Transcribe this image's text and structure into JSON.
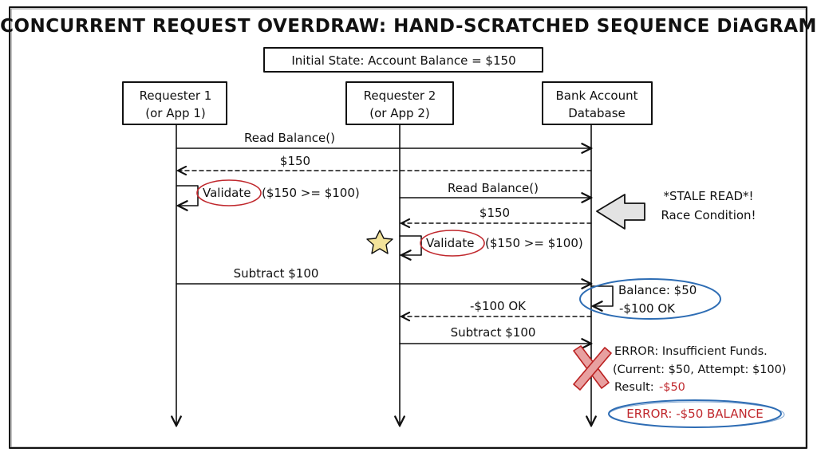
{
  "title": "CONCURRENT REQUEST OVERDRAW: HAND-SCRATCHED SEQUENCE DiAGRAM",
  "initial_state": "Initial State: Account Balance = $150",
  "participants": [
    {
      "line1": "Requester 1",
      "line2": "(or App 1)"
    },
    {
      "line1": "Requester 2",
      "line2": "(or App 2)"
    },
    {
      "line1": "Bank Account",
      "line2": "Database"
    }
  ],
  "messages": {
    "read1": "Read Balance()",
    "ret1": "$150",
    "validate1_word": "Validate",
    "validate1_expr": "($150 >= $100)",
    "read2": "Read Balance()",
    "ret2": "$150",
    "validate2_word": "Validate",
    "validate2_expr": "($150 >= $100)",
    "subtract1": "Subtract $100",
    "ok_return": "-$100 OK",
    "subtract2": "Subtract $100"
  },
  "annotations": {
    "stale_line1": "*STALE READ*!",
    "stale_line2": "Race Condition!",
    "balance_line1": "Balance: $50",
    "balance_line2": "-$100 OK",
    "error_line1": "ERROR: Insufficient Funds.",
    "error_line2": "(Current: $50, Attempt: $100)",
    "result_label": "Result:",
    "result_value": "-$50",
    "final_error": "ERROR: -$50 BALANCE"
  },
  "colors": {
    "ink": "#111111",
    "red": "#c0282d",
    "blue": "#2e6db4",
    "star": "#f3e39a"
  },
  "icons": [
    "star-icon",
    "x-mark-icon",
    "left-arrow-icon"
  ]
}
